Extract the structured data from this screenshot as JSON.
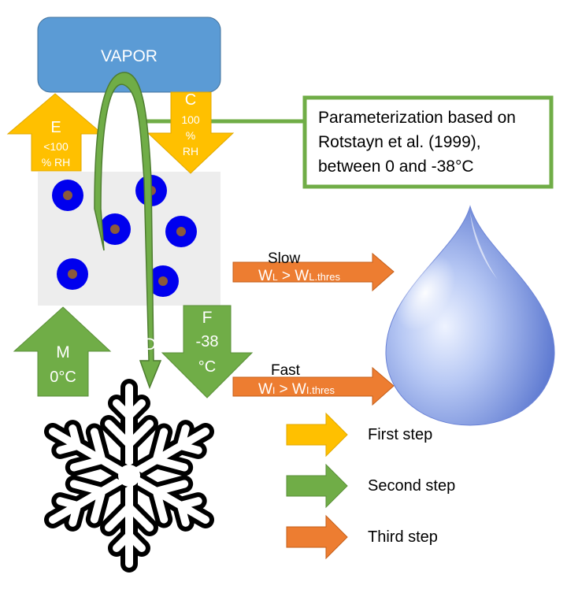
{
  "vapor_label": "VAPOR",
  "arrow_e": {
    "letter": "E",
    "line1": "<100",
    "line2": "% RH"
  },
  "arrow_c": {
    "letter": "C",
    "line1": "100",
    "line2": "%",
    "line3": "RH"
  },
  "callout": {
    "line1": "Parameterization based on",
    "line2": "Rotstayn et al. (1999),",
    "line3": "between 0 and -38°C"
  },
  "arrow_m": {
    "letter": "M",
    "line1": "0°C"
  },
  "arrow_f": {
    "letter": "F",
    "line1": "-38",
    "line2": "°C"
  },
  "label_d": "D",
  "slow": {
    "label": "Slow",
    "w": "W",
    "sub_l": "L",
    "gt": " > W",
    "sub_thres": "L.thres"
  },
  "fast": {
    "label": "Fast",
    "w": "W",
    "sub_i": "I",
    "gt": " > W",
    "sub_thres": "I.thres"
  },
  "legend": [
    {
      "label": "First step",
      "color": "#ffc000"
    },
    {
      "label": "Second step",
      "color": "#70ad47"
    },
    {
      "label": "Third step",
      "color": "#ed7d31"
    }
  ],
  "colors": {
    "vapor": "#5b9bd5",
    "yellow": "#ffc000",
    "green": "#70ad47",
    "orange": "#ed7d31",
    "droplet_core": "#8b5a3c",
    "droplet_ring": "#0000ee"
  }
}
